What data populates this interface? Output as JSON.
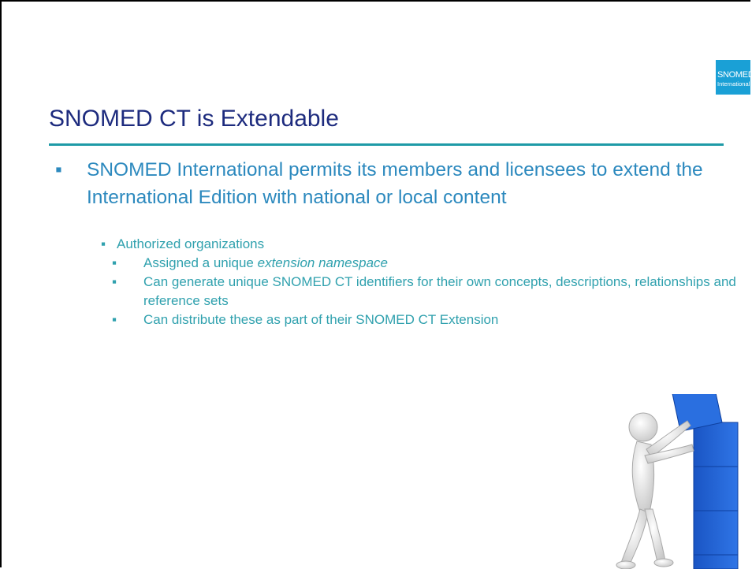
{
  "logo": {
    "line1": "SNOMED",
    "line2": "International"
  },
  "title": "SNOMED CT is Extendable",
  "bullet_symbol": "▪",
  "level1": "SNOMED International permits its members and licensees to extend the International Edition with national or local content",
  "level2": "Authorized organizations",
  "level3": [
    {
      "text": "Assigned a unique ",
      "emphasis": "extension namespace"
    },
    {
      "text": "Can generate unique SNOMED CT identifiers for their own concepts, descriptions, relationships and reference sets"
    },
    {
      "text": "Can distribute these as part of their SNOMED CT Extension"
    }
  ],
  "colors": {
    "title": "#1d2b7e",
    "level1": "#2c89be",
    "sub": "#30a1ae",
    "rule": "#1e9aa7",
    "logo": "#1aa0d6",
    "cube": "#1f5fd1"
  },
  "illustration": "stick-figure-stacking-blue-cubes"
}
